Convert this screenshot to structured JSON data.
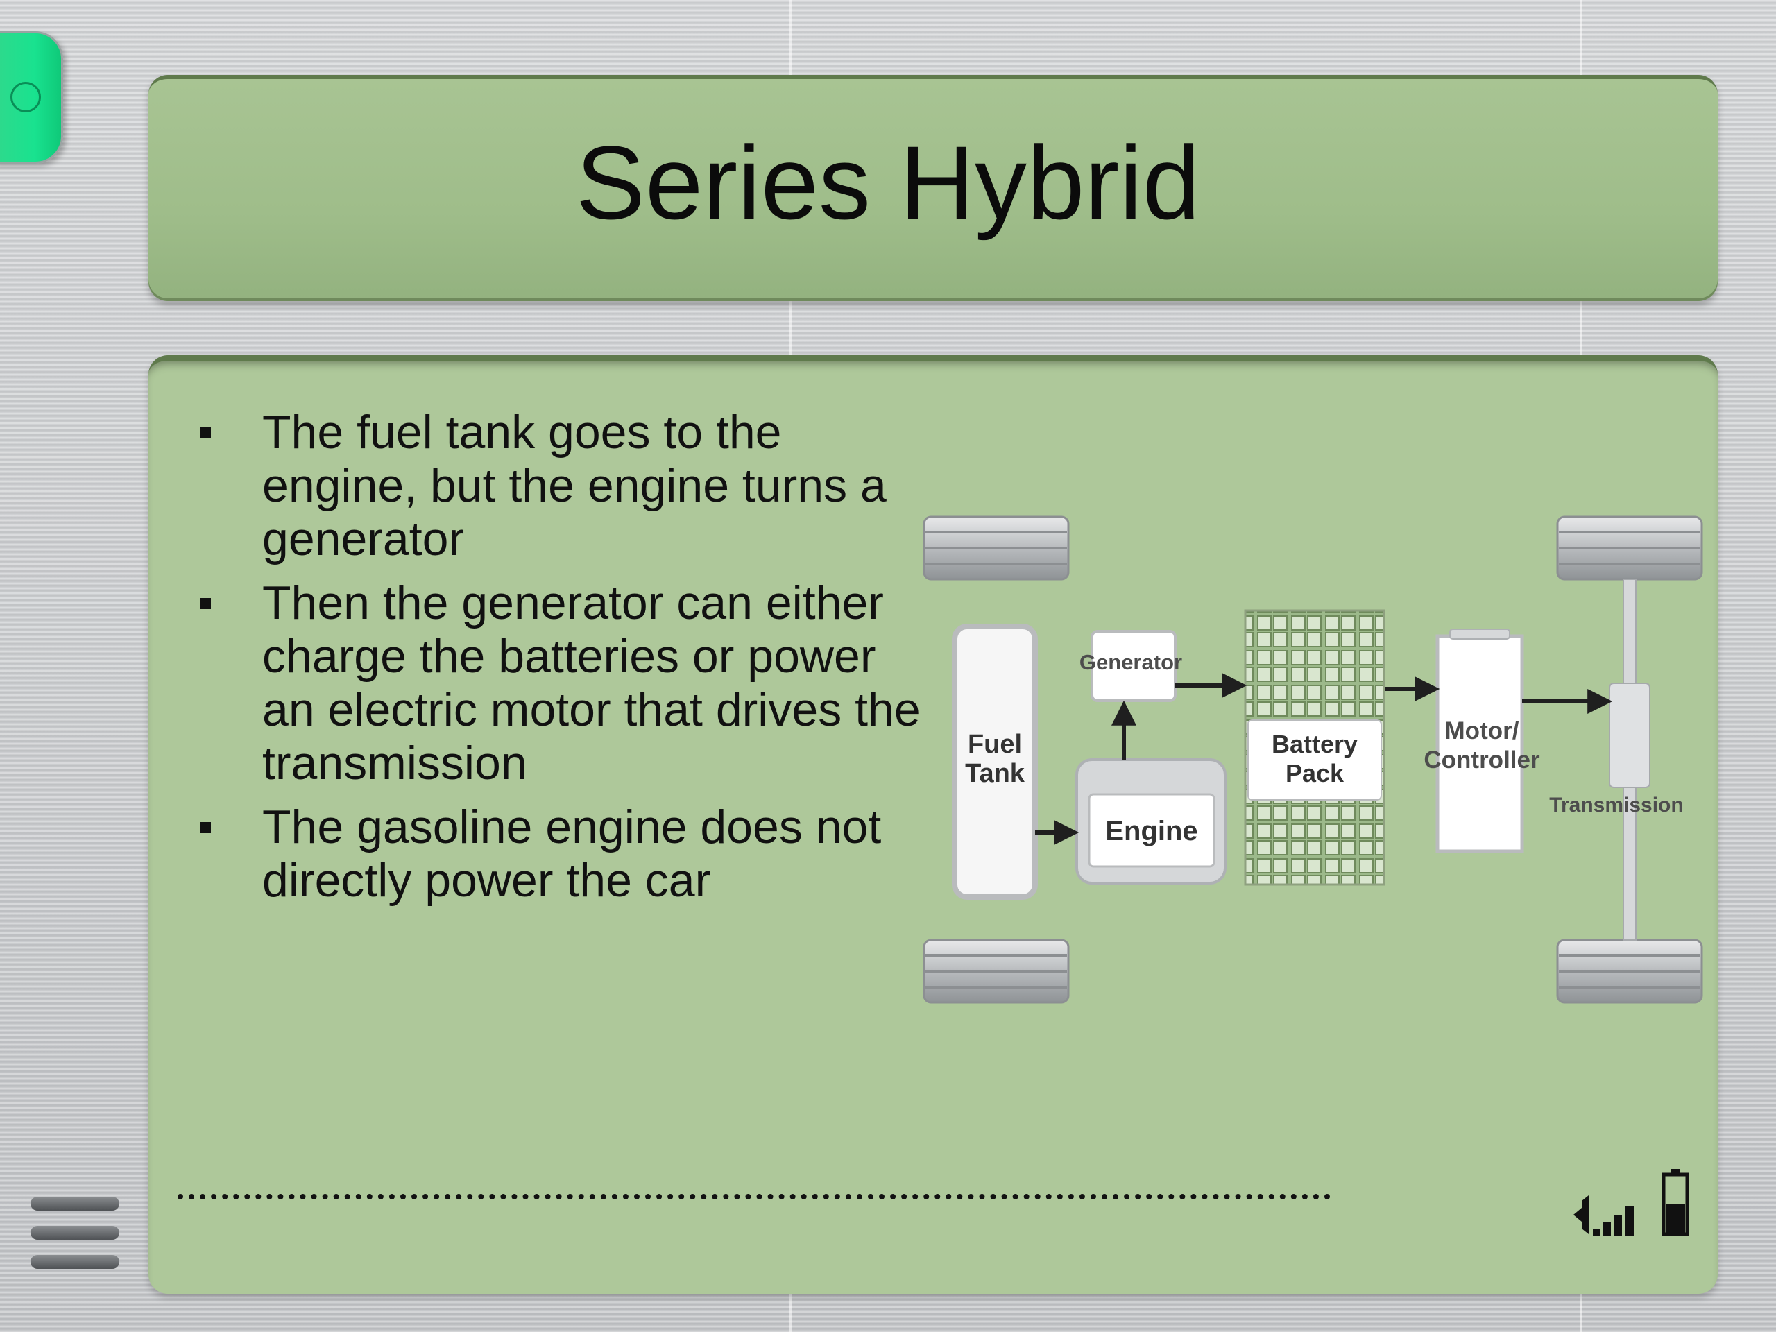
{
  "slide": {
    "title": "Series Hybrid",
    "bullets": [
      "The fuel tank goes to the engine, but the engine turns a generator",
      "Then the generator can either charge the batteries or power an electric motor that drives the transmission",
      "The gasoline engine does not directly power the car"
    ]
  },
  "diagram": {
    "labels": {
      "fuel_tank_line1": "Fuel",
      "fuel_tank_line2": "Tank",
      "generator": "Generator",
      "engine": "Engine",
      "battery_line1": "Battery",
      "battery_line2": "Pack",
      "motor_line1": "Motor/",
      "motor_line2": "Controller",
      "transmission": "Transmission"
    }
  },
  "icons": {
    "corner_tab": "green-tab-icon",
    "menu": "menu-lines-icon",
    "signal": "speaker-signal-battery-icon"
  },
  "colors": {
    "panel_green": "#aec89a",
    "title_green": "#a8c493",
    "accent_tab": "#19e28f"
  }
}
